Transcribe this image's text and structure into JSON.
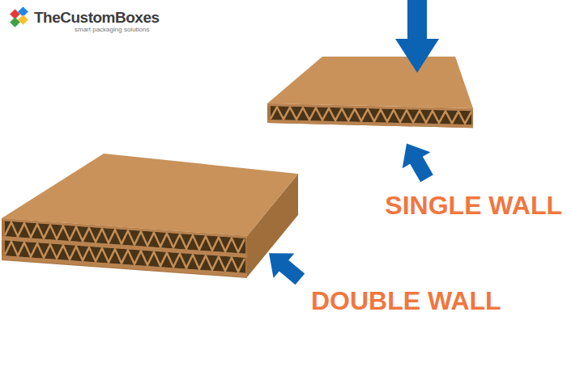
{
  "diagram": {
    "labels": [
      "TheCustomBoxes",
      "smart packaging solutions",
      "SINGLE WALL",
      "DOUBLE WALL"
    ]
  }
}
